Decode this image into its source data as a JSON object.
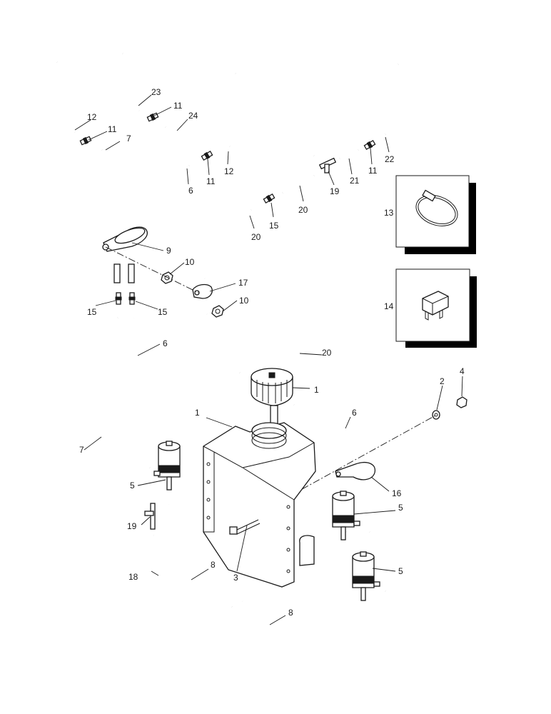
{
  "diagram": {
    "callouts": {
      "c1a": "1",
      "c1b": "1",
      "c2": "2",
      "c3": "3",
      "c4": "4",
      "c5a": "5",
      "c5b": "5",
      "c5c": "5",
      "c6a": "6",
      "c6b": "6",
      "c6c": "6",
      "c7a": "7",
      "c7b": "7",
      "c8a": "8",
      "c8b": "8",
      "c9": "9",
      "c10a": "10",
      "c10b": "10",
      "c11a": "11",
      "c11b": "11",
      "c11c": "11",
      "c11d": "11",
      "c12a": "12",
      "c12b": "12",
      "c13": "13",
      "c14": "14",
      "c15a": "15",
      "c15b": "15",
      "c15c": "15",
      "c16": "16",
      "c17": "17",
      "c18": "18",
      "c19a": "19",
      "c19b": "19",
      "c20a": "20",
      "c20b": "20",
      "c20c": "20",
      "c21": "21",
      "c22": "22",
      "c23": "23",
      "c24": "24"
    }
  },
  "colors": {
    "line": "#1a1a1a",
    "background": "#ffffff",
    "shadow": "#000000"
  }
}
